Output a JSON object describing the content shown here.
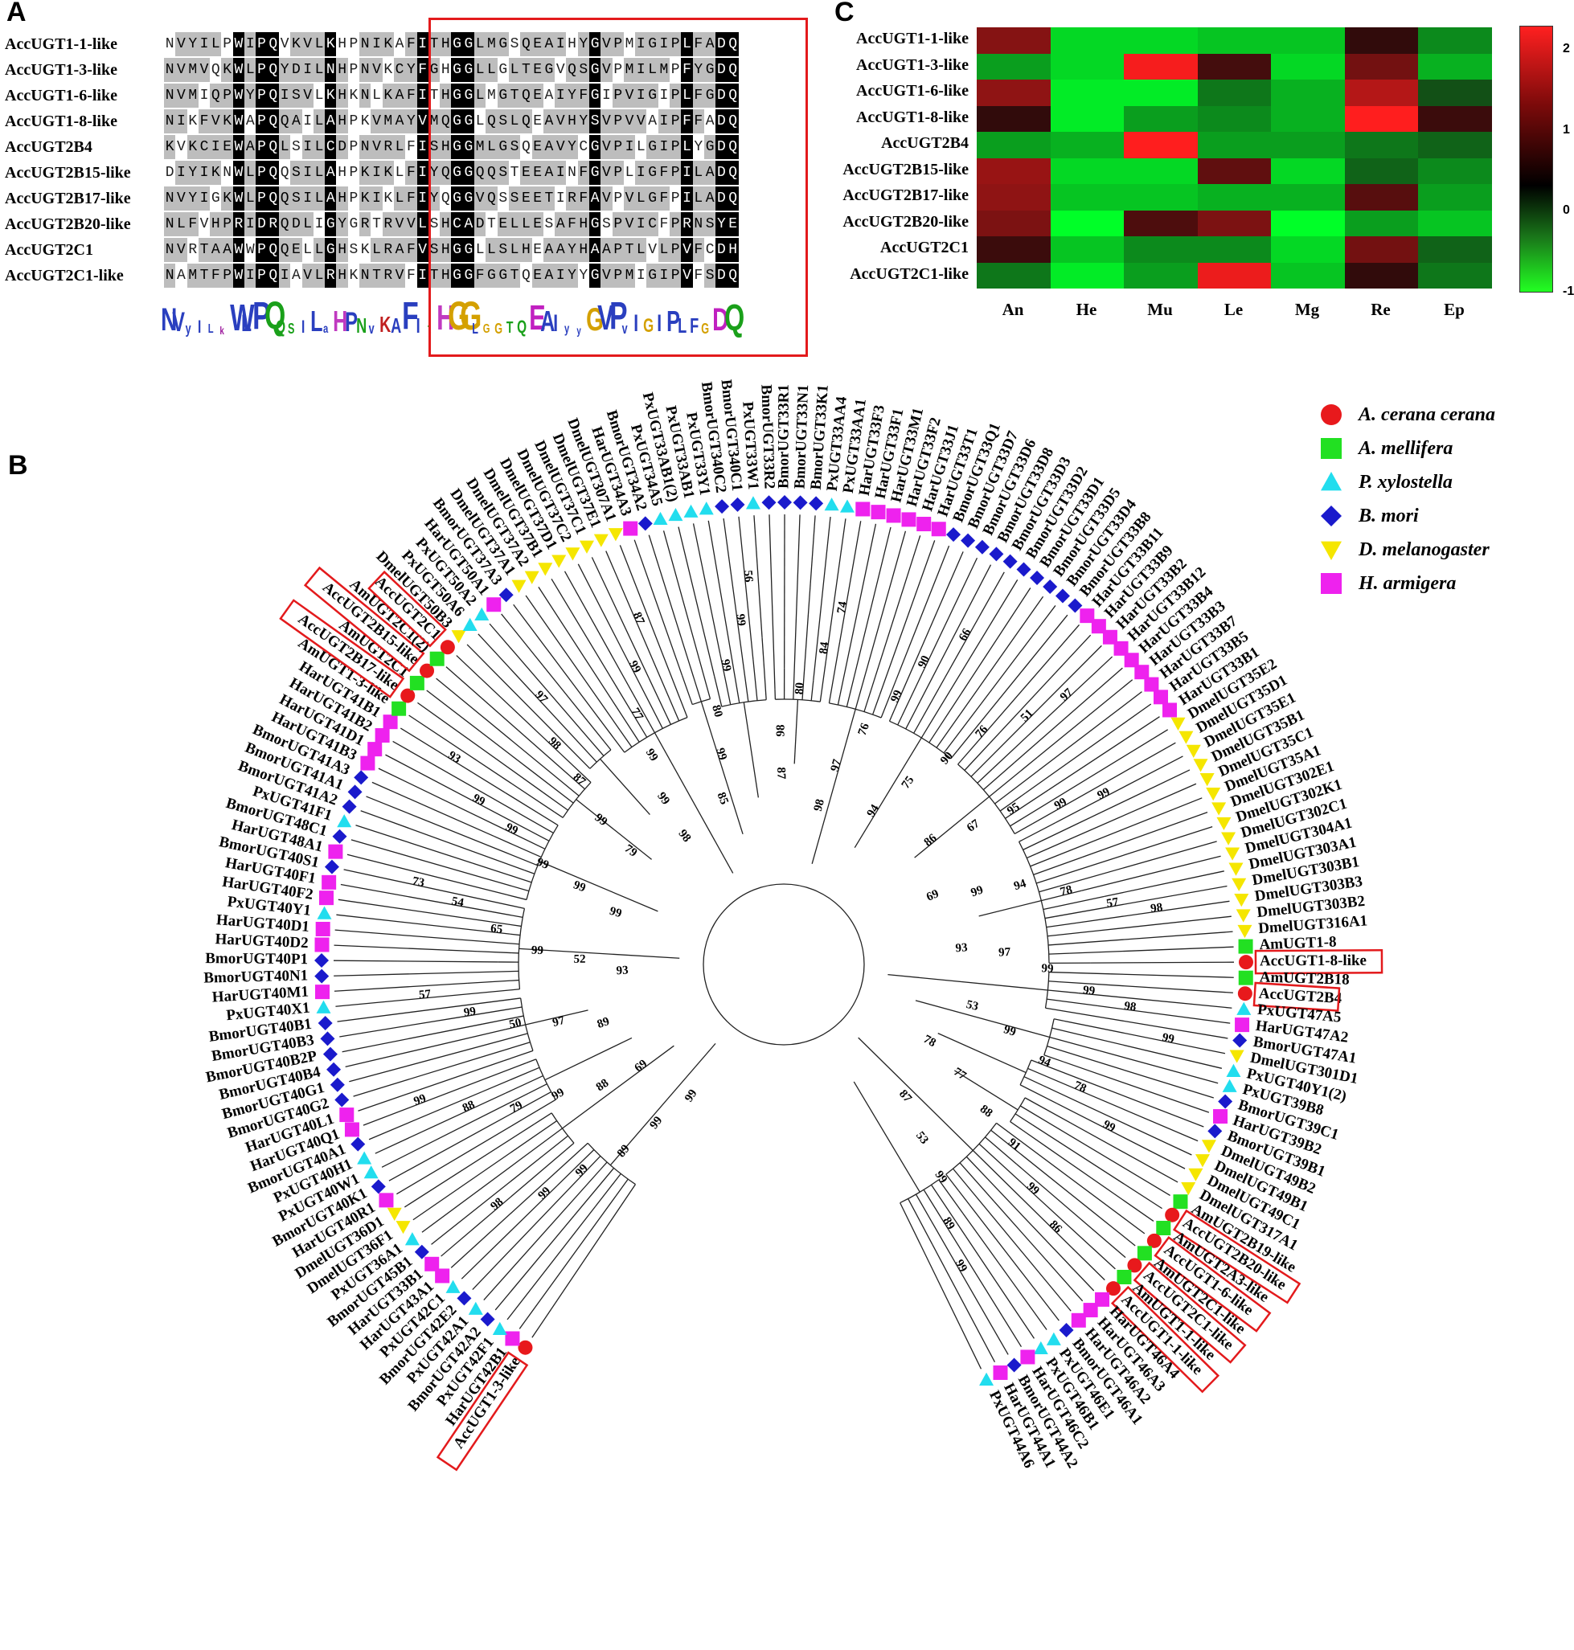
{
  "panels": {
    "a": "A",
    "b": "B",
    "c": "C"
  },
  "colors": {
    "black": "#000000",
    "grey": "#bdbdbd",
    "highlight": "#e31a1c"
  },
  "alignment": {
    "rows": [
      {
        "name": "AccUGT1-1-like",
        "seq": "NVYILPWIPQVKVLKHPNIKAFITHGGLMGSQEAIHYGVPMIGIPLFADQ"
      },
      {
        "name": "AccUGT1-3-like",
        "seq": "NVMVQKWLPQYDILNHPNVKCYFGHGGLLGLTEGVQSGVPMILMPFYGDQ"
      },
      {
        "name": "AccUGT1-6-like",
        "seq": "NVMIQPWYPQISVLKHKNLKAFITHGGLMGTQEAIYFGIPVIGIPLFGDQ"
      },
      {
        "name": "AccUGT1-8-like",
        "seq": "NIKFVKWAPQQAILAHPKVMAYVMQGGLQSLQEAVHYSVPVVAIPFFADQ"
      },
      {
        "name": "AccUGT2B4",
        "seq": "KVKCIEWAPQLSILCDPNVRLFISHGGMLGSQEAVYCGVPILGIPLYGDQ"
      },
      {
        "name": "AccUGT2B15-like",
        "seq": "DIYIKNWLPQQSILAHPKIKLFIYQGGQQSTEEAINFGVPLIGFPILADQ"
      },
      {
        "name": "AccUGT2B17-like",
        "seq": "NVYIGKWLPQQSILAHPKIKLFIYQGGVQSSEETIRFAVPVLGFPILADQ"
      },
      {
        "name": "AccUGT2B20-like",
        "seq": "NLFVHPRIDRQDLIGYGRTRVVLSHCADTELLESAFHGSPVICFPRNSYE"
      },
      {
        "name": "AccUGT2C1",
        "seq": "NVRTAAWWPQQELLGHSKLRAFVSHGGLLSLHEAAYHAAPTLVLPVFCDH"
      },
      {
        "name": "AccUGT2C1-like",
        "seq": "NAMTFPWIPQIAVLRHKNTRVFITHGGFGGTQEAIYYGVPMIGIPVFSDQ"
      }
    ],
    "black_cols": [
      6,
      8,
      9,
      14,
      22,
      25,
      26,
      37,
      45,
      48,
      49
    ],
    "grey_cols": [
      0,
      1,
      2,
      3,
      4,
      5,
      7,
      10,
      11,
      12,
      13,
      15,
      17,
      18,
      19,
      20,
      21,
      23,
      24,
      27,
      28,
      29,
      30,
      31,
      32,
      33,
      34,
      35,
      36,
      38,
      39,
      40,
      41,
      42,
      43,
      44,
      46,
      47
    ],
    "logo": [
      {
        "c": "N",
        "h": 40,
        "col": "#2a3fbf"
      },
      {
        "c": "V",
        "h": 34,
        "col": "#2a3fbf"
      },
      {
        "c": "y",
        "h": 18,
        "col": "#2a3fbf"
      },
      {
        "c": "I",
        "h": 22,
        "col": "#2a3fbf"
      },
      {
        "c": "L",
        "h": 16,
        "col": "#2a3fbf"
      },
      {
        "c": "k",
        "h": 14,
        "col": "#a020a0"
      },
      {
        "c": "W",
        "h": 46,
        "col": "#2a3fbf"
      },
      {
        "c": "L",
        "h": 30,
        "col": "#2a3fbf"
      },
      {
        "c": "P",
        "h": 48,
        "col": "#2a3fbf"
      },
      {
        "c": "Q",
        "h": 48,
        "col": "#1aa01a"
      },
      {
        "c": "Q",
        "h": 22,
        "col": "#1aa01a"
      },
      {
        "c": "S",
        "h": 18,
        "col": "#1aa01a"
      },
      {
        "c": "I",
        "h": 22,
        "col": "#2a3fbf"
      },
      {
        "c": "L",
        "h": 36,
        "col": "#2a3fbf"
      },
      {
        "c": "a",
        "h": 16,
        "col": "#2a3fbf"
      },
      {
        "c": "H",
        "h": 36,
        "col": "#c03ac0"
      },
      {
        "c": "P",
        "h": 34,
        "col": "#2a3fbf"
      },
      {
        "c": "N",
        "h": 26,
        "col": "#1aa01a"
      },
      {
        "c": "v",
        "h": 18,
        "col": "#2a3fbf"
      },
      {
        "c": "K",
        "h": 28,
        "col": "#c02020"
      },
      {
        "c": "A",
        "h": 26,
        "col": "#2a3fbf"
      },
      {
        "c": "F",
        "h": 48,
        "col": "#2a3fbf"
      },
      {
        "c": "I",
        "h": 26,
        "col": "#2a3fbf"
      },
      {
        "c": "t",
        "h": 18,
        "col": "#1aa01a"
      },
      {
        "c": "H",
        "h": 44,
        "col": "#c03ac0"
      },
      {
        "c": "G",
        "h": 50,
        "col": "#d4a000"
      },
      {
        "c": "G",
        "h": 50,
        "col": "#d4a000"
      },
      {
        "c": "L",
        "h": 18,
        "col": "#2a3fbf"
      },
      {
        "c": "G",
        "h": 16,
        "col": "#d4a000"
      },
      {
        "c": "G",
        "h": 18,
        "col": "#d4a000"
      },
      {
        "c": "T",
        "h": 20,
        "col": "#1aa01a"
      },
      {
        "c": "Q",
        "h": 22,
        "col": "#1aa01a"
      },
      {
        "c": "E",
        "h": 44,
        "col": "#c020c0"
      },
      {
        "c": "A",
        "h": 36,
        "col": "#2a3fbf"
      },
      {
        "c": "I",
        "h": 30,
        "col": "#2a3fbf"
      },
      {
        "c": "y",
        "h": 16,
        "col": "#2a3fbf"
      },
      {
        "c": "y",
        "h": 14,
        "col": "#2a3fbf"
      },
      {
        "c": "G",
        "h": 40,
        "col": "#d4a000"
      },
      {
        "c": "V",
        "h": 44,
        "col": "#2a3fbf"
      },
      {
        "c": "P",
        "h": 48,
        "col": "#2a3fbf"
      },
      {
        "c": "v",
        "h": 18,
        "col": "#2a3fbf"
      },
      {
        "c": "I",
        "h": 30,
        "col": "#2a3fbf"
      },
      {
        "c": "G",
        "h": 24,
        "col": "#d4a000"
      },
      {
        "c": "I",
        "h": 30,
        "col": "#2a3fbf"
      },
      {
        "c": "P",
        "h": 36,
        "col": "#2a3fbf"
      },
      {
        "c": "L",
        "h": 26,
        "col": "#2a3fbf"
      },
      {
        "c": "F",
        "h": 26,
        "col": "#2a3fbf"
      },
      {
        "c": "G",
        "h": 18,
        "col": "#d4a000"
      },
      {
        "c": "D",
        "h": 40,
        "col": "#c020c0"
      },
      {
        "c": "Q",
        "h": 46,
        "col": "#1aa01a"
      }
    ]
  },
  "heatmap": {
    "rows": [
      "AccUGT1-1-like",
      "AccUGT1-3-like",
      "AccUGT1-6-like",
      "AccUGT1-8-like",
      "AccUGT2B4",
      "AccUGT2B15-like",
      "AccUGT2B17-like",
      "AccUGT2B20-like",
      "AccUGT2C1",
      "AccUGT2C1-like"
    ],
    "cols": [
      "An",
      "He",
      "Mu",
      "Le",
      "Mg",
      "Re",
      "Ep"
    ],
    "values": [
      [
        1.0,
        -0.8,
        -0.8,
        -0.7,
        -0.7,
        0.1,
        -0.4
      ],
      [
        -0.5,
        -0.8,
        2.2,
        0.3,
        -0.8,
        0.8,
        -0.6
      ],
      [
        1.1,
        -0.9,
        -0.9,
        -0.3,
        -0.6,
        1.5,
        -0.1
      ],
      [
        0.1,
        -0.9,
        -0.5,
        -0.4,
        -0.6,
        2.3,
        0.2
      ],
      [
        -0.5,
        -0.6,
        2.3,
        -0.5,
        -0.5,
        -0.3,
        -0.2
      ],
      [
        1.2,
        -0.8,
        -0.8,
        0.6,
        -0.8,
        -0.2,
        -0.4
      ],
      [
        1.1,
        -0.7,
        -0.7,
        -0.6,
        -0.6,
        0.5,
        -0.5
      ],
      [
        0.9,
        -1.0,
        0.4,
        0.9,
        -1.0,
        -0.5,
        -0.7
      ],
      [
        0.2,
        -0.7,
        -0.4,
        -0.4,
        -0.8,
        0.8,
        -0.2
      ],
      [
        -0.3,
        -0.9,
        -0.5,
        2.1,
        -0.7,
        0.1,
        -0.3
      ]
    ],
    "colorbar_ticks": [
      "2",
      "1",
      "0",
      "-1"
    ],
    "range": [
      -1,
      2.3
    ]
  },
  "legend": [
    {
      "label": "A. cerana cerana",
      "shape": "circle",
      "color": "#e8191c"
    },
    {
      "label": "A. mellifera",
      "shape": "square",
      "color": "#22e022"
    },
    {
      "label": "P. xylostella",
      "shape": "triangle-up",
      "color": "#22ddee"
    },
    {
      "label": "B. mori",
      "shape": "diamond",
      "color": "#1a1acc"
    },
    {
      "label": "D. melanogaster",
      "shape": "triangle-down",
      "color": "#f5e600"
    },
    {
      "label": "H. armigera",
      "shape": "square",
      "color": "#ee22ee"
    }
  ],
  "tree": {
    "leaves": [
      {
        "n": "AccUGT1-3-like",
        "sp": 0,
        "box": true
      },
      {
        "n": "HarUGT42B1",
        "sp": 5
      },
      {
        "n": "PxUGT42F1",
        "sp": 2
      },
      {
        "n": "BmorUGT42A2",
        "sp": 3
      },
      {
        "n": "PxUGT42A1",
        "sp": 2
      },
      {
        "n": "BmorUGT42E2",
        "sp": 3
      },
      {
        "n": "PxUGT42C1",
        "sp": 2
      },
      {
        "n": "HarUGT43A1",
        "sp": 5
      },
      {
        "n": "HarUGT33B1",
        "sp": 5
      },
      {
        "n": "BmorUGT45B1",
        "sp": 3
      },
      {
        "n": "PxUGT36A1",
        "sp": 2
      },
      {
        "n": "DmelUGT36F1",
        "sp": 4
      },
      {
        "n": "DmelUGT36D1",
        "sp": 4
      },
      {
        "n": "HarUGT40R1",
        "sp": 5
      },
      {
        "n": "BmorUGT40K1",
        "sp": 3
      },
      {
        "n": "PxUGT40W1",
        "sp": 2
      },
      {
        "n": "PxUGT40H1",
        "sp": 2
      },
      {
        "n": "BmorUGT40A1",
        "sp": 3
      },
      {
        "n": "HarUGT40Q1",
        "sp": 5
      },
      {
        "n": "HarUGT40L1",
        "sp": 5
      },
      {
        "n": "BmorUGT40G2",
        "sp": 3
      },
      {
        "n": "BmorUGT40G1",
        "sp": 3
      },
      {
        "n": "BmorUGT40B4",
        "sp": 3
      },
      {
        "n": "BmorUGT40B2P",
        "sp": 3
      },
      {
        "n": "BmorUGT40B3",
        "sp": 3
      },
      {
        "n": "BmorUGT40B1",
        "sp": 3
      },
      {
        "n": "PxUGT40X1",
        "sp": 2
      },
      {
        "n": "HarUGT40M1",
        "sp": 5
      },
      {
        "n": "BmorUGT40N1",
        "sp": 3
      },
      {
        "n": "BmorUGT40P1",
        "sp": 3
      },
      {
        "n": "HarUGT40D2",
        "sp": 5
      },
      {
        "n": "HarUGT40D1",
        "sp": 5
      },
      {
        "n": "PxUGT40Y1",
        "sp": 2
      },
      {
        "n": "HarUGT40F2",
        "sp": 5
      },
      {
        "n": "HarUGT40F1",
        "sp": 5
      },
      {
        "n": "BmorUGT40S1",
        "sp": 3
      },
      {
        "n": "HarUGT48A1",
        "sp": 5
      },
      {
        "n": "BmorUGT48C1",
        "sp": 3
      },
      {
        "n": "PxUGT41F1",
        "sp": 2
      },
      {
        "n": "BmorUGT41A2",
        "sp": 3
      },
      {
        "n": "BmorUGT41A1",
        "sp": 3
      },
      {
        "n": "BmorUGT41A3",
        "sp": 3
      },
      {
        "n": "HarUGT41B3",
        "sp": 5
      },
      {
        "n": "HarUGT41D1",
        "sp": 5
      },
      {
        "n": "HarUGT41B2",
        "sp": 5
      },
      {
        "n": "HarUGT41B1",
        "sp": 5
      },
      {
        "n": "AmUGT1-3-like",
        "sp": 1
      },
      {
        "n": "AccUGT2B17-like",
        "sp": 0,
        "box": true
      },
      {
        "n": "AmUGT2C1",
        "sp": 1
      },
      {
        "n": "AccUGT2B15-like",
        "sp": 0,
        "box": true
      },
      {
        "n": "AmUGT2C1(2)",
        "sp": 1
      },
      {
        "n": "AccUGT2C1",
        "sp": 0,
        "box": true
      },
      {
        "n": "DmelUGT50B3",
        "sp": 4
      },
      {
        "n": "PxUGT50A6",
        "sp": 2
      },
      {
        "n": "PxUGT50A2",
        "sp": 2
      },
      {
        "n": "HarUGT50A1",
        "sp": 5
      },
      {
        "n": "BmorUGT37A3",
        "sp": 3
      },
      {
        "n": "DmelUGT37A1",
        "sp": 4
      },
      {
        "n": "DmelUGT37A2",
        "sp": 4
      },
      {
        "n": "DmelUGT37B1",
        "sp": 4
      },
      {
        "n": "DmelUGT37D1",
        "sp": 4
      },
      {
        "n": "DmelUGT37C2",
        "sp": 4
      },
      {
        "n": "DmelUGT37C1",
        "sp": 4
      },
      {
        "n": "DmelUGT37E1",
        "sp": 4
      },
      {
        "n": "DmelUGT307A1",
        "sp": 4
      },
      {
        "n": "HarUGT34A3",
        "sp": 5
      },
      {
        "n": "BmorUGT34A2",
        "sp": 3
      },
      {
        "n": "PxUGT34A5",
        "sp": 2
      },
      {
        "n": "PxUGT33AB1(2)",
        "sp": 2
      },
      {
        "n": "PxUGT33AB1",
        "sp": 2
      },
      {
        "n": "PxUGT33Y1",
        "sp": 2
      },
      {
        "n": "BmorUGT340C2",
        "sp": 3
      },
      {
        "n": "BmorUGT340C1",
        "sp": 3
      },
      {
        "n": "PxUGT33W1",
        "sp": 2
      },
      {
        "n": "BmorUGT33R2",
        "sp": 3
      },
      {
        "n": "BmorUGT33R1",
        "sp": 3
      },
      {
        "n": "BmorUGT33N1",
        "sp": 3
      },
      {
        "n": "BmorUGT33K1",
        "sp": 3
      },
      {
        "n": "PxUGT33AA4",
        "sp": 2
      },
      {
        "n": "PxUGT33AA1",
        "sp": 2
      },
      {
        "n": "HarUGT33F3",
        "sp": 5
      },
      {
        "n": "HarUGT33F1",
        "sp": 5
      },
      {
        "n": "HarUGT33M1",
        "sp": 5
      },
      {
        "n": "HarUGT33F2",
        "sp": 5
      },
      {
        "n": "HarUGT33J1",
        "sp": 5
      },
      {
        "n": "HarUGT33T1",
        "sp": 5
      },
      {
        "n": "BmorUGT33Q1",
        "sp": 3
      },
      {
        "n": "BmorUGT33D7",
        "sp": 3
      },
      {
        "n": "BmorUGT33D6",
        "sp": 3
      },
      {
        "n": "BmorUGT33D8",
        "sp": 3
      },
      {
        "n": "BmorUGT33D3",
        "sp": 3
      },
      {
        "n": "BmorUGT33D2",
        "sp": 3
      },
      {
        "n": "BmorUGT33D1",
        "sp": 3
      },
      {
        "n": "BmorUGT33D5",
        "sp": 3
      },
      {
        "n": "BmorUGT33D4",
        "sp": 3
      },
      {
        "n": "BmorUGT33B8",
        "sp": 3
      },
      {
        "n": "HarUGT33B11",
        "sp": 5
      },
      {
        "n": "HarUGT33B9",
        "sp": 5
      },
      {
        "n": "HarUGT33B2",
        "sp": 5
      },
      {
        "n": "HarUGT33B12",
        "sp": 5
      },
      {
        "n": "HarUGT33B4",
        "sp": 5
      },
      {
        "n": "HarUGT33B3",
        "sp": 5
      },
      {
        "n": "HarUGT33B7",
        "sp": 5
      },
      {
        "n": "HarUGT33B5",
        "sp": 5
      },
      {
        "n": "HarUGT33B1",
        "sp": 5
      },
      {
        "n": "DmelUGT35E2",
        "sp": 4
      },
      {
        "n": "DmelUGT35D1",
        "sp": 4
      },
      {
        "n": "DmelUGT35E1",
        "sp": 4
      },
      {
        "n": "DmelUGT35B1",
        "sp": 4
      },
      {
        "n": "DmelUGT35C1",
        "sp": 4
      },
      {
        "n": "DmelUGT35A1",
        "sp": 4
      },
      {
        "n": "DmelUGT302E1",
        "sp": 4
      },
      {
        "n": "DmelUGT302K1",
        "sp": 4
      },
      {
        "n": "DmelUGT302C1",
        "sp": 4
      },
      {
        "n": "DmelUGT304A1",
        "sp": 4
      },
      {
        "n": "DmelUGT303A1",
        "sp": 4
      },
      {
        "n": "DmelUGT303B1",
        "sp": 4
      },
      {
        "n": "DmelUGT303B3",
        "sp": 4
      },
      {
        "n": "DmelUGT303B2",
        "sp": 4
      },
      {
        "n": "DmelUGT316A1",
        "sp": 4
      },
      {
        "n": "AmUGT1-8",
        "sp": 1
      },
      {
        "n": "AccUGT1-8-like",
        "sp": 0,
        "box": true
      },
      {
        "n": "AmUGT2B18",
        "sp": 1
      },
      {
        "n": "AccUGT2B4",
        "sp": 0,
        "box": true
      },
      {
        "n": "PxUGT47A5",
        "sp": 2
      },
      {
        "n": "HarUGT47A2",
        "sp": 5
      },
      {
        "n": "BmorUGT47A1",
        "sp": 3
      },
      {
        "n": "DmelUGT301D1",
        "sp": 4
      },
      {
        "n": "PxUGT40Y1(2)",
        "sp": 2
      },
      {
        "n": "PxUGT39B8",
        "sp": 2
      },
      {
        "n": "BmorUGT39C1",
        "sp": 3
      },
      {
        "n": "HarUGT39B2",
        "sp": 5
      },
      {
        "n": "BmorUGT39B1",
        "sp": 3
      },
      {
        "n": "DmelUGT49B2",
        "sp": 4
      },
      {
        "n": "DmelUGT49B1",
        "sp": 4
      },
      {
        "n": "DmelUGT49C1",
        "sp": 4
      },
      {
        "n": "DmelUGT317A1",
        "sp": 4
      },
      {
        "n": "AmUGT2B19-like",
        "sp": 1
      },
      {
        "n": "AccUGT2B20-like",
        "sp": 0,
        "box": true
      },
      {
        "n": "AmUGT2A3-like",
        "sp": 1
      },
      {
        "n": "AccUGT1-6-like",
        "sp": 0,
        "box": true
      },
      {
        "n": "AmUGT2C1-like",
        "sp": 1
      },
      {
        "n": "AccUGT2C1-like",
        "sp": 0,
        "box": true
      },
      {
        "n": "AmUGT1-1-like",
        "sp": 1
      },
      {
        "n": "AccUGT1-1-like",
        "sp": 0,
        "box": true
      },
      {
        "n": "HarUGT46A4",
        "sp": 5
      },
      {
        "n": "HarUGT46A3",
        "sp": 5
      },
      {
        "n": "HarUGT46A2",
        "sp": 5
      },
      {
        "n": "BmorUGT46A1",
        "sp": 3
      },
      {
        "n": "PxUGT46E1",
        "sp": 2
      },
      {
        "n": "PxUGT46B1",
        "sp": 2
      },
      {
        "n": "HarUGT46C2",
        "sp": 5
      },
      {
        "n": "BmorUGT44A2",
        "sp": 3
      },
      {
        "n": "HarUGT44A1",
        "sp": 5
      },
      {
        "n": "PxUGT44A6",
        "sp": 2
      }
    ],
    "bootstrap": [
      "99",
      "99",
      "89",
      "99",
      "99",
      "98",
      "69",
      "88",
      "99",
      "79",
      "88",
      "99",
      "89",
      "97",
      "50",
      "99",
      "57",
      "93",
      "52",
      "99",
      "65",
      "54",
      "73",
      "99",
      "99",
      "99",
      "99",
      "99",
      "93",
      "79",
      "99",
      "87",
      "98",
      "97",
      "98",
      "99",
      "99",
      "77",
      "99",
      "87",
      "85",
      "99",
      "80",
      "99",
      "99",
      "56",
      "87",
      "98",
      "80",
      "84",
      "74",
      "98",
      "97",
      "76",
      "99",
      "90",
      "66",
      "94",
      "75",
      "90",
      "76",
      "51",
      "97",
      "86",
      "67",
      "95",
      "99",
      "99",
      "69",
      "99",
      "94",
      "78",
      "57",
      "98",
      "93",
      "97",
      "99",
      "99",
      "98",
      "99",
      "53",
      "99",
      "94",
      "78",
      "99",
      "78",
      "77",
      "88",
      "91",
      "99",
      "86",
      "87",
      "53",
      "99",
      "89",
      "99"
    ]
  }
}
